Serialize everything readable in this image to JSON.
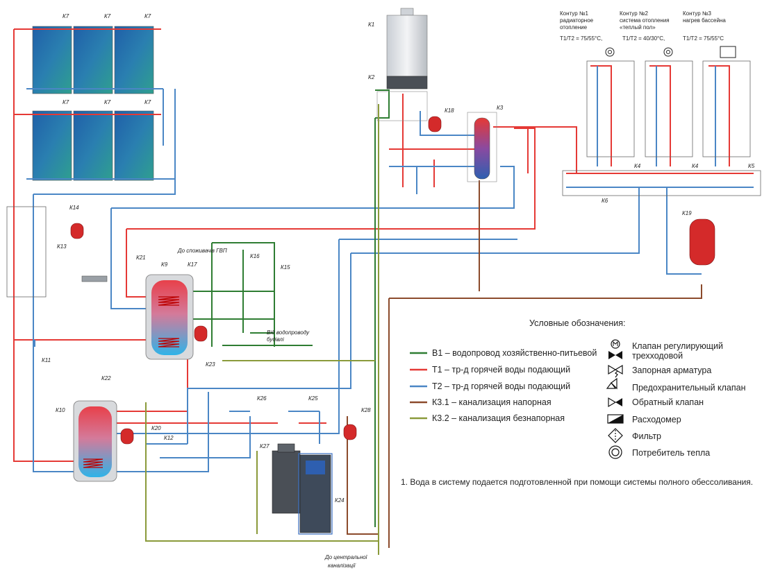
{
  "components": {
    "k1": "К1",
    "k2": "К2",
    "k3": "К3",
    "k4": "К4",
    "k5": "К5",
    "k6": "К6",
    "k7": "К7",
    "k9": "К9",
    "k10": "К10",
    "k11": "К11",
    "k12": "К12",
    "k13": "К13",
    "k14": "К14",
    "k15": "К15",
    "k16": "К16",
    "k17": "К17",
    "k18": "К18",
    "k19": "К19",
    "k20": "К20",
    "k21": "К21",
    "k22": "К22",
    "k23": "К23",
    "k24": "К24",
    "k25": "К25",
    "k26": "К26",
    "k27": "К27",
    "k28": "К28"
  },
  "circuits": [
    {
      "line1": "Контур №1",
      "line2": "радиаторное",
      "line3": "отопление",
      "temps": "T1/T2 = 75/55°C,"
    },
    {
      "line1": "Контур №2",
      "line2": "система отопления",
      "line3": "«теплый пол»",
      "temps": "T1/T2 = 40/30°C,"
    },
    {
      "line1": "Контур №3",
      "line2": "нагрев бассейна",
      "line3": "",
      "temps": "T1/T2 = 75/55°C"
    }
  ],
  "annotations": {
    "to_consumers": "До споживачів ГВП",
    "from_water_1": "Від водопроводу",
    "from_water_2": "будівлі",
    "to_sewer_1": "До центральної",
    "to_sewer_2": "каналізації"
  },
  "legend": {
    "title": "Условные обозначения:",
    "lines": [
      {
        "text": "В1 – водопровод хозяйственно-питьевой",
        "color": "#2e7d32"
      },
      {
        "text": "Т1 – тр-д горячей воды подающий",
        "color": "#e53935"
      },
      {
        "text": "Т2 – тр-д горячей воды подающий",
        "color": "#4a86c5"
      },
      {
        "text": "К3.1 – канализация напорная",
        "color": "#8b4a2b"
      },
      {
        "text": "К3.2 – канализация безнапорная",
        "color": "#8a9a3a"
      }
    ],
    "symbols": [
      {
        "line1": "Клапан регулирующий",
        "line2": "трехходовой",
        "icon": "three-way-valve-icon"
      },
      {
        "line1": "Запорная арматура",
        "line2": "",
        "icon": "shutoff-valve-icon"
      },
      {
        "line1": "Предохранительный клапан",
        "line2": "",
        "icon": "safety-valve-icon"
      },
      {
        "line1": "Обратный клапан",
        "line2": "",
        "icon": "check-valve-icon"
      },
      {
        "line1": "Расходомер",
        "line2": "",
        "icon": "flowmeter-icon"
      },
      {
        "line1": "Фильтр",
        "line2": "",
        "icon": "filter-icon"
      },
      {
        "line1": "Потребитель тепла",
        "line2": "",
        "icon": "heat-consumer-icon"
      }
    ],
    "note": "1. Вода в систему подается подготовленной при помощи системы полного обессоливания."
  },
  "colors": {
    "red": "#e53935",
    "blue": "#4a86c5",
    "green": "#2e7d32",
    "brown": "#8b4a2b",
    "olive": "#8a9a3a"
  }
}
